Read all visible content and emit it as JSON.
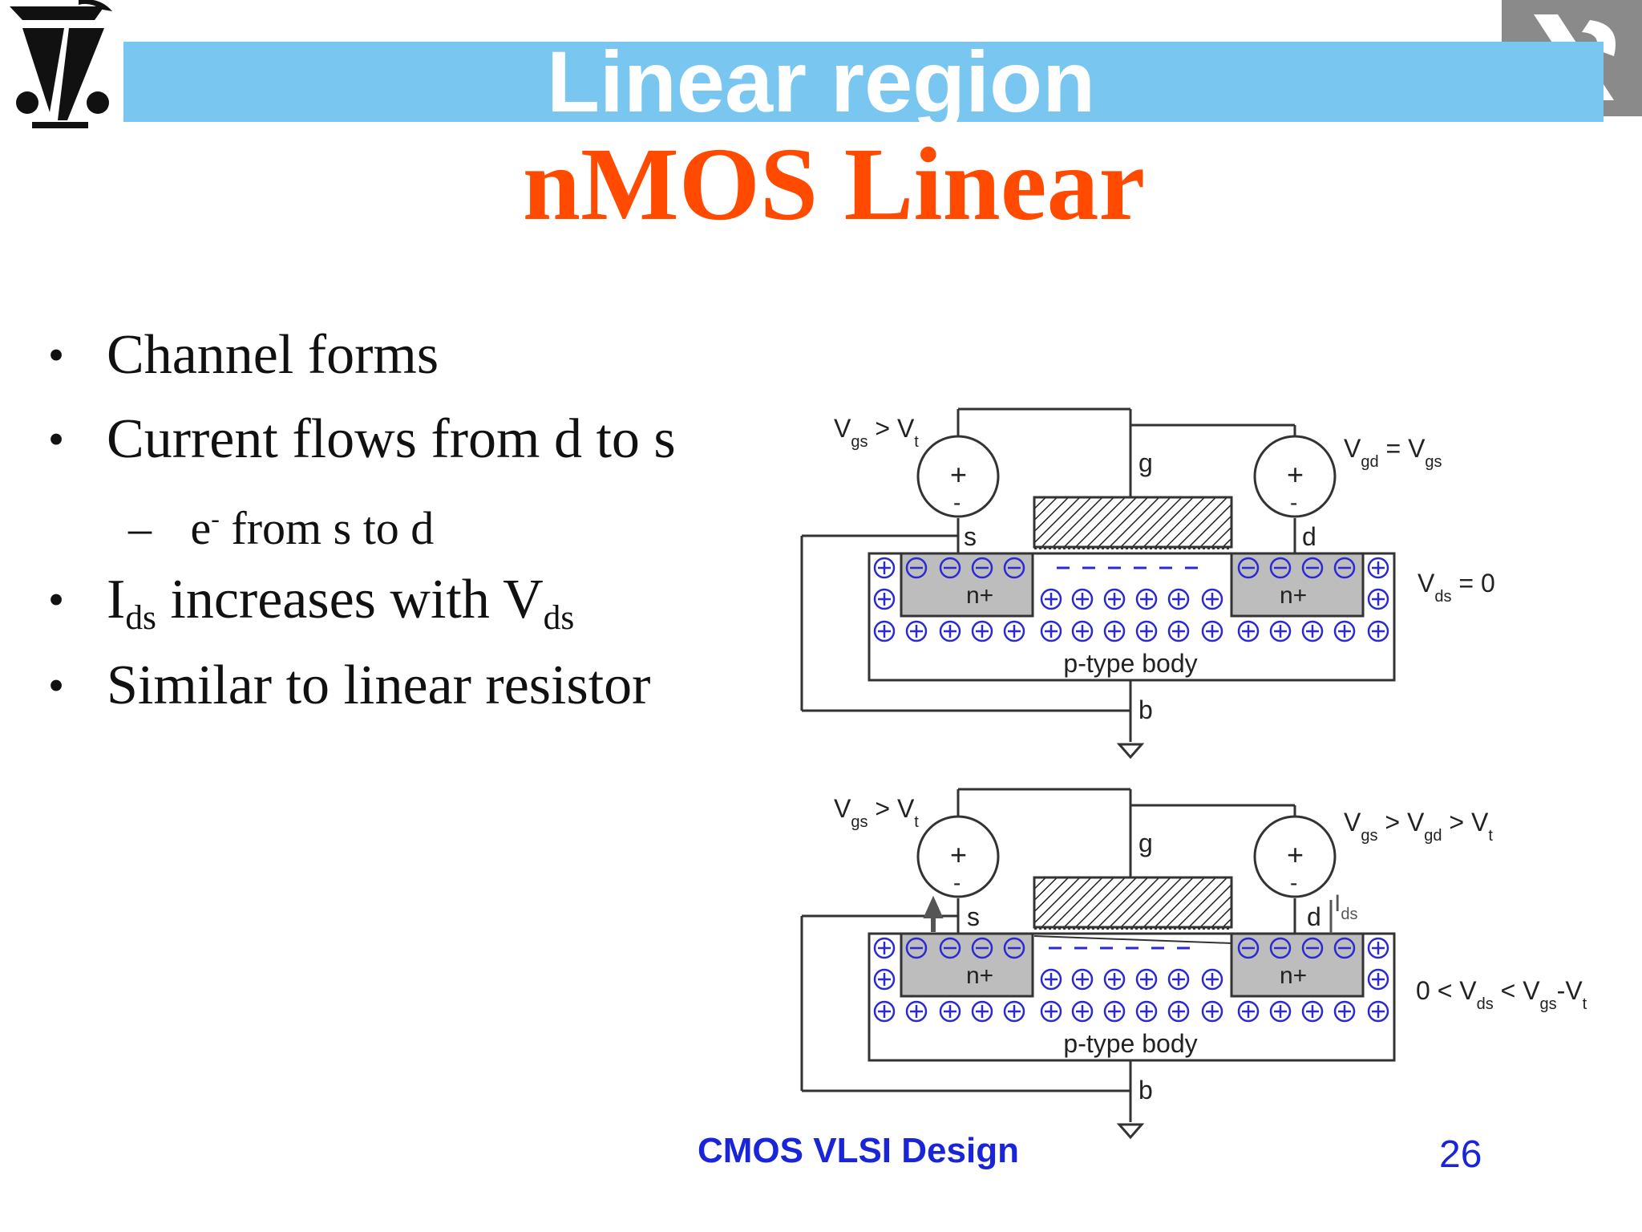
{
  "header": {
    "title": "Linear region",
    "subtitle": "nMOS Linear"
  },
  "bullets": {
    "b1": "Channel forms",
    "b2": "Current flows from d to s",
    "sub_prefix": "e",
    "sub_sup": "-",
    "sub_rest": " from s to d",
    "b3_a": "I",
    "b3_sub1": "ds",
    "b3_b": " increases with V",
    "b3_sub2": "ds",
    "b4": "Similar to linear resistor",
    "marker": "•",
    "sub_marker": "–"
  },
  "diagram_top": {
    "vgs_label": "V",
    "vgs_sub": "gs",
    "vgs_cmp": " > V",
    "vgs_t": "t",
    "vgd_label": "V",
    "vgd_sub": "gd",
    "vgd_eq": " = V",
    "vgd_sub2": "gs",
    "vds_label": "V",
    "vds_sub": "ds",
    "vds_val": " = 0",
    "g": "g",
    "s": "s",
    "d": "d",
    "b": "b",
    "nplus": "n+",
    "body": "p-type body",
    "plus": "+",
    "minus": "-"
  },
  "diagram_bottom": {
    "vgs_label": "V",
    "vgs_sub": "gs",
    "vgs_cmp": " > V",
    "vgs_t": "t",
    "right_a": "V",
    "right_sub1": "gs",
    "right_b": " > V",
    "right_sub2": "gd",
    "right_c": " > V",
    "right_sub3": "t",
    "cond_a": "0 < V",
    "cond_sub1": "ds",
    "cond_b": " < V",
    "cond_sub2": "gs",
    "cond_c": "-V",
    "cond_sub3": "t",
    "ids_a": "I",
    "ids_sub": "ds",
    "g": "g",
    "s": "s",
    "d": "d",
    "b": "b",
    "nplus": "n+",
    "body": "p-type body",
    "plus": "+",
    "minus": "-"
  },
  "footer": {
    "course": "CMOS VLSI Design",
    "page": "26"
  }
}
